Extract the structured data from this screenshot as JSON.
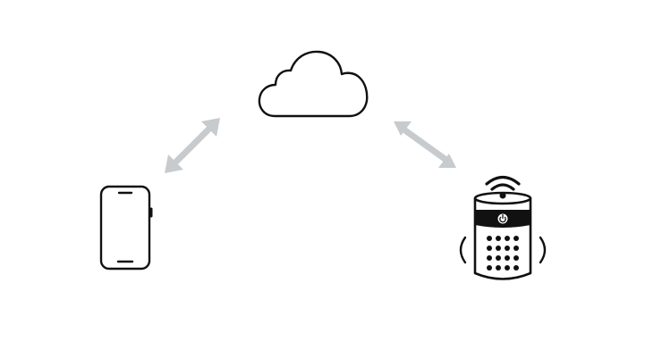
{
  "diagram": {
    "nodes": [
      {
        "icon": "cloud-icon"
      },
      {
        "icon": "smartphone-icon"
      },
      {
        "icon": "smart-speaker-icon"
      }
    ],
    "connections": [
      {
        "from": "smartphone",
        "to": "cloud",
        "direction": "bidirectional"
      },
      {
        "from": "cloud",
        "to": "smart-speaker",
        "direction": "bidirectional"
      }
    ],
    "colors": {
      "icon_stroke": "#111111",
      "arrow": "#c8cbcd",
      "background": "#ffffff"
    }
  }
}
